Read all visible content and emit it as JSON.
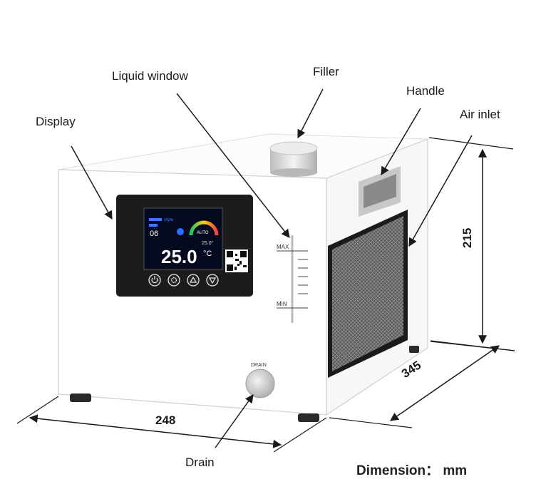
{
  "labels": {
    "display": "Display",
    "liquid_window": "Liquid window",
    "filler": "Filler",
    "handle": "Handle",
    "air_inlet": "Air inlet",
    "drain": "Drain"
  },
  "dimensions": {
    "width": "248",
    "depth": "345",
    "height": "215",
    "unit_caption": "Dimension：  mm"
  },
  "screen": {
    "brand": "style",
    "mode": "AUTO",
    "counter": "06",
    "set_temp": "25.0°",
    "main_temp": "25.0",
    "unit": "°C"
  },
  "scale": {
    "max": "MAX",
    "min": "MIN"
  },
  "drain_tag": "DRAIN",
  "colors": {
    "body": "#ffffff",
    "outline": "#d4d4d4",
    "panel": "#1c1c1c",
    "screen": "#050a1e",
    "temp_text": "#ffffff",
    "brand_text": "#3a78ff",
    "mesh": "#4a4a4a"
  },
  "icons": [
    "power-icon",
    "gear-icon",
    "up-arrow-icon",
    "down-arrow-icon"
  ]
}
